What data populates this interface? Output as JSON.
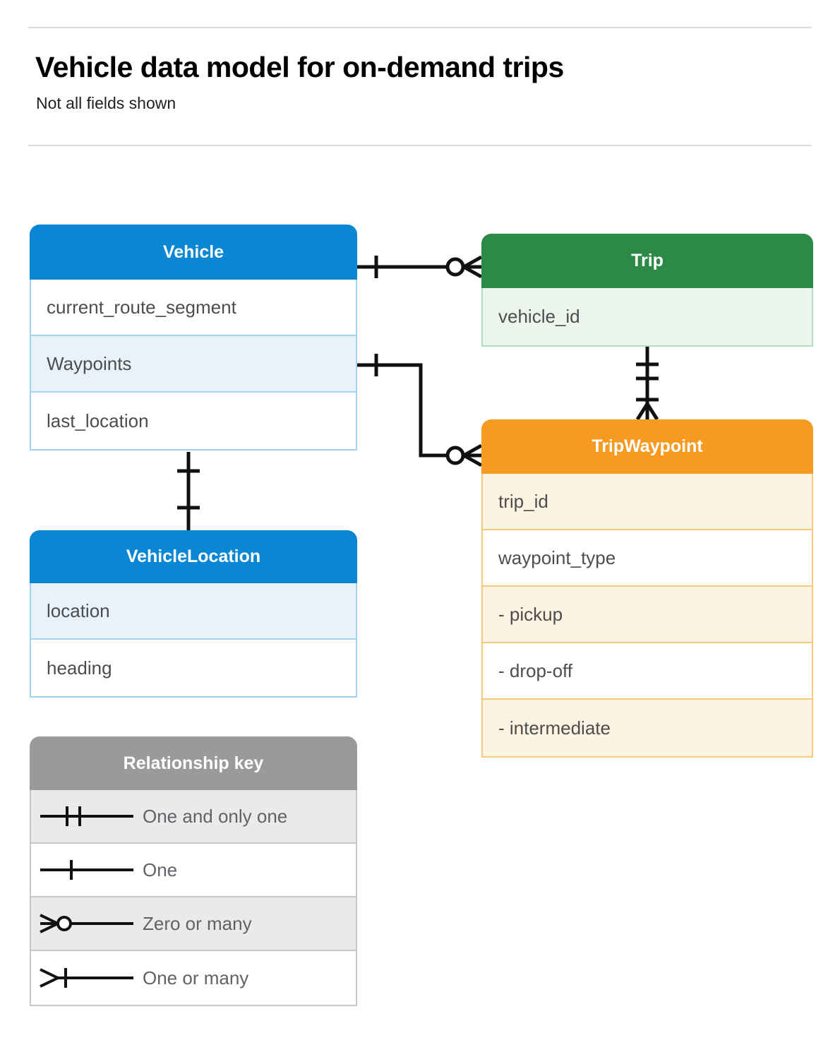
{
  "header": {
    "title": "Vehicle data model for on-demand trips",
    "subtitle": "Not all fields shown"
  },
  "entities": [
    {
      "id": "vehicle",
      "name": "Vehicle",
      "color": "#0a87d4",
      "rows": [
        {
          "label": "current_route_segment",
          "fill": "plain"
        },
        {
          "label": "Waypoints",
          "fill": "tint"
        },
        {
          "label": "last_location",
          "fill": "plain"
        }
      ]
    },
    {
      "id": "trip",
      "name": "Trip",
      "color": "#2d8a46",
      "rows": [
        {
          "label": "vehicle_id",
          "fill": "tint"
        }
      ]
    },
    {
      "id": "tripwaypoint",
      "name": "TripWaypoint",
      "color": "#f79a22",
      "rows": [
        {
          "label": "trip_id",
          "fill": "tint"
        },
        {
          "label": "waypoint_type",
          "fill": "plain"
        },
        {
          "label": "-  pickup",
          "fill": "tint"
        },
        {
          "label": "-  drop-off",
          "fill": "plain"
        },
        {
          "label": "-  intermediate",
          "fill": "tint"
        }
      ]
    },
    {
      "id": "vehiclelocation",
      "name": "VehicleLocation",
      "color": "#0a87d4",
      "rows": [
        {
          "label": "location",
          "fill": "tint"
        },
        {
          "label": "heading",
          "fill": "plain"
        }
      ]
    }
  ],
  "legend": {
    "title": "Relationship key",
    "color": "#9a9a9a",
    "items": [
      {
        "symbol": "one-and-only-one",
        "label": "One and only one"
      },
      {
        "symbol": "one",
        "label": "One"
      },
      {
        "symbol": "zero-or-many",
        "label": "Zero or many"
      },
      {
        "symbol": "one-or-many",
        "label": "One or many"
      }
    ]
  },
  "relationships": [
    {
      "id": "vehicle-to-trip",
      "from": "Vehicle",
      "to": "Trip",
      "from_cardinality": "one",
      "to_cardinality": "zero-or-many"
    },
    {
      "id": "vehicle-waypoints-to-tripwaypoint",
      "from": "Vehicle.Waypoints",
      "to": "TripWaypoint",
      "from_cardinality": "one",
      "to_cardinality": "zero-or-many"
    },
    {
      "id": "trip-to-tripwaypoint",
      "from": "Trip",
      "to": "TripWaypoint",
      "from_cardinality": "one-and-only-one",
      "to_cardinality": "one-or-many"
    },
    {
      "id": "vehicle-to-vehiclelocation",
      "from": "Vehicle",
      "to": "VehicleLocation",
      "from_cardinality": "one",
      "to_cardinality": "one"
    }
  ]
}
